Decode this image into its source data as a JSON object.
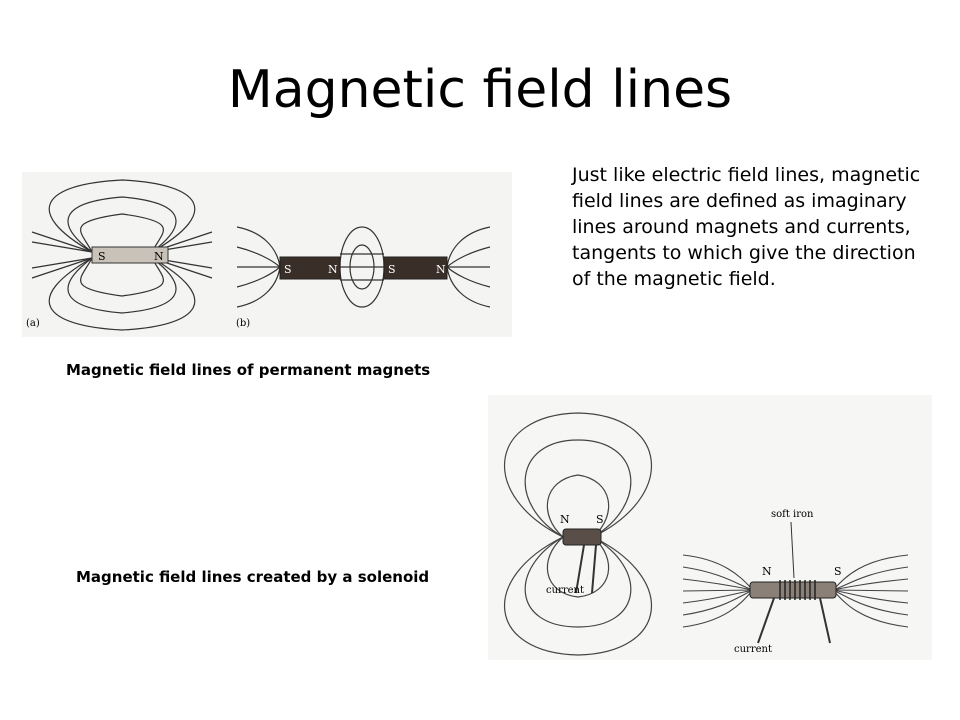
{
  "slide": {
    "title": "Magnetic field lines",
    "body": "Just like electric field lines, magnetic field lines are defined as imaginary lines around magnets and currents, tangents to which give the direction of the magnetic field.",
    "caption_permanent": "Magnetic field lines of permanent magnets",
    "caption_solenoid": "Magnetic field lines created by a solenoid"
  },
  "figure_permanent": {
    "label_a": "(a)",
    "label_b": "(b)",
    "bar_a_s": "S",
    "bar_a_n": "N",
    "bar_b1_s": "S",
    "bar_b1_n": "N",
    "bar_b2_s": "S",
    "bar_b2_n": "N"
  },
  "figure_solenoid": {
    "left_n": "N",
    "left_s": "S",
    "left_current": "current",
    "right_soft_iron": "soft iron",
    "right_n": "N",
    "right_s": "S",
    "right_current": "current"
  },
  "colors": {
    "line": "#333333",
    "magnet_light": "#c8c2b8",
    "magnet_dark": "#3a2e28"
  }
}
